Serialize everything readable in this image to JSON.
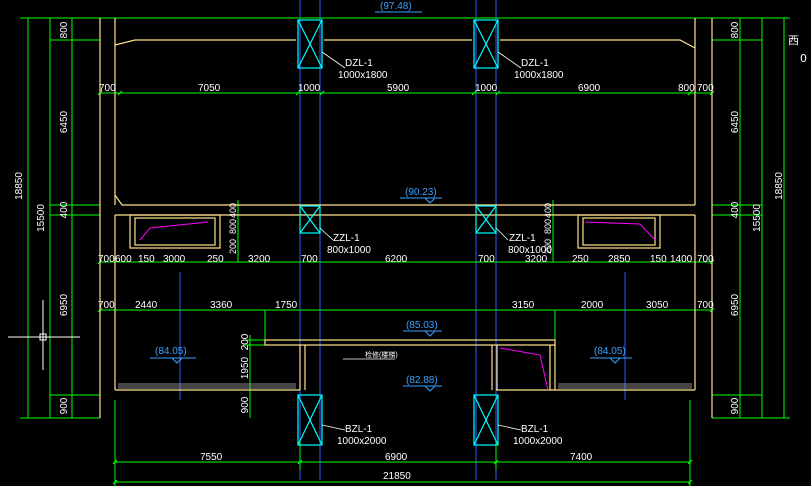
{
  "colors": {
    "background": "#000000",
    "dimension_line": "#00ff00",
    "wall": "#ffe38a",
    "column": "#00ffff",
    "axis": "#2a5bff",
    "level_tag": "#3aa0ff",
    "annotation": "#ff00ff"
  },
  "elevations": {
    "top": "(97.48)",
    "middle_slab": "(90.23)",
    "platform_top": "(85.03)",
    "left_floor": "(84.05)",
    "right_floor": "(84.05)",
    "bottom": "(82.88)"
  },
  "columns": {
    "dzl_left": {
      "name": "DZL-1",
      "size": "1000x1800"
    },
    "dzl_right": {
      "name": "DZL-1",
      "size": "1000x1800"
    },
    "zzl_left": {
      "name": "ZZL-1",
      "size": "800x1000"
    },
    "zzl_right": {
      "name": "ZZL-1",
      "size": "800x1000"
    },
    "bzl_left": {
      "name": "BZL-1",
      "size": "1000x2000"
    },
    "bzl_right": {
      "name": "BZL-1",
      "size": "1000x2000"
    }
  },
  "platform_note": "检修(楼梯)",
  "left_dims": {
    "total": "18850",
    "upper": "15500",
    "d800": "800",
    "d6450": "6450",
    "d400": "400",
    "d6950": "6950",
    "d900": "900"
  },
  "right_dims": {
    "total": "18850",
    "upper": "15500",
    "d800": "800",
    "d6450": "6450",
    "d400": "400",
    "d6950": "6950",
    "d900": "900"
  },
  "platform_dims": {
    "d200": "200",
    "d1950": "1950",
    "d900": "900"
  },
  "row1_dims": [
    "700",
    "7050",
    "1000",
    "5900",
    "1000",
    "6900",
    "800",
    "700"
  ],
  "row2_dims": [
    "700",
    "600",
    "150",
    "3000",
    "250",
    "3200",
    "700",
    "6200",
    "700",
    "3200",
    "250",
    "2850",
    "150",
    "1400",
    "700"
  ],
  "row2_vertical": [
    "200",
    "800",
    "400",
    "200",
    "800",
    "400"
  ],
  "row3_dims": [
    "700",
    "2440",
    "3360",
    "1750",
    "3150",
    "2000",
    "3050",
    "700"
  ],
  "bottom_dims": [
    "7550",
    "6900",
    "7400"
  ],
  "overall_width": "21850",
  "compass_char": "西",
  "side_char": "0"
}
